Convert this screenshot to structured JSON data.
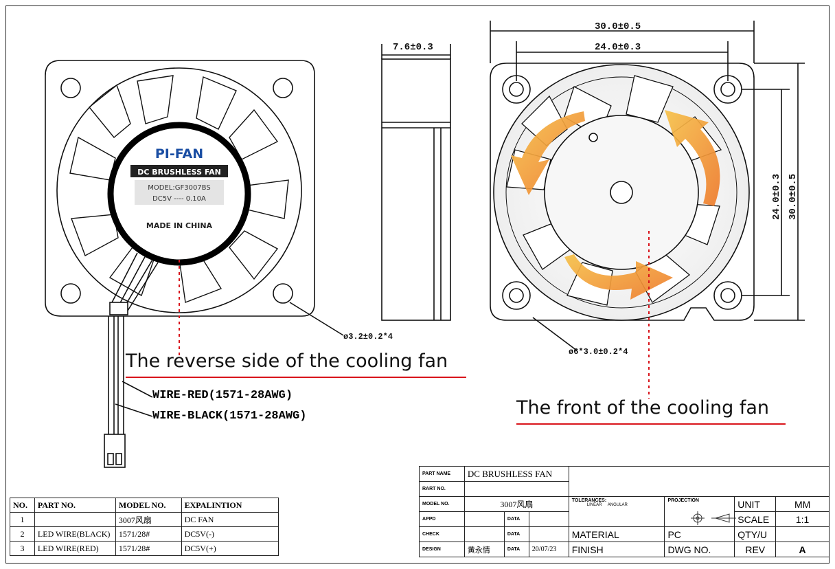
{
  "fan_label": {
    "brand": "PI-FAN",
    "type": "DC BRUSHLESS FAN",
    "model": "MODEL:GF3007BS",
    "rating": "DC5V ---- 0.10A",
    "origin": "MADE IN CHINA"
  },
  "dimensions": {
    "thickness": "7.6±0.3",
    "outer_width": "30.0±0.5",
    "hole_spacing_h": "24.0±0.3",
    "hole_spacing_v": "24.0±0.3",
    "outer_height": "30.0±0.5",
    "hole_dia_back": "ø3.2±0.2*4",
    "hole_dia_front": "ø6*3.0±0.2*4"
  },
  "captions": {
    "reverse": "The reverse side of the cooling fan",
    "front": "The front of the cooling fan"
  },
  "wires": {
    "red": "WIRE-RED(1571-28AWG)",
    "black": "WIRE-BLACK(1571-28AWG)"
  },
  "parts_list": {
    "headers": [
      "NO.",
      "PART NO.",
      "MODEL NO.",
      "EXPALINTION"
    ],
    "rows": [
      [
        "1",
        "",
        "3007风扇",
        "DC FAN"
      ],
      [
        "2",
        "LED WIRE(BLACK)",
        "1571/28#",
        "DC5V(-)"
      ],
      [
        "3",
        "LED WIRE(RED)",
        "1571/28#",
        "DC5V(+)"
      ]
    ]
  },
  "title_block": {
    "part_name_label": "PART NAME",
    "part_name": "DC BRUSHLESS FAN",
    "part_no_label": "RART NO.",
    "model_no_label": "MODEL NO.",
    "model_no": "3007风扇",
    "appd_label": "APPD",
    "check_label": "CHECK",
    "design_label": "DESIGN",
    "designer": "黄永情",
    "data_label": "DATA",
    "date": "20/07/23",
    "tolerances_label": "TOLERANCES:",
    "linear_label": "LINEAR",
    "angular_label": "ANGULAR",
    "projection_label": "PROJECTION",
    "unit_label": "UNIT",
    "unit": "MM",
    "scale_label": "SCALE",
    "scale": "1:1",
    "qty_label": "QTY/U",
    "material_label": "MATERIAL",
    "material": "PC",
    "finish_label": "FINISH",
    "dwg_label": "DWG NO.",
    "rev_label": "REV",
    "rev": "A"
  },
  "colors": {
    "line": "#111111",
    "caption_red": "#d9141b",
    "arrow_orange": "#f19a3e",
    "label_blue": "#1a4ea3"
  }
}
